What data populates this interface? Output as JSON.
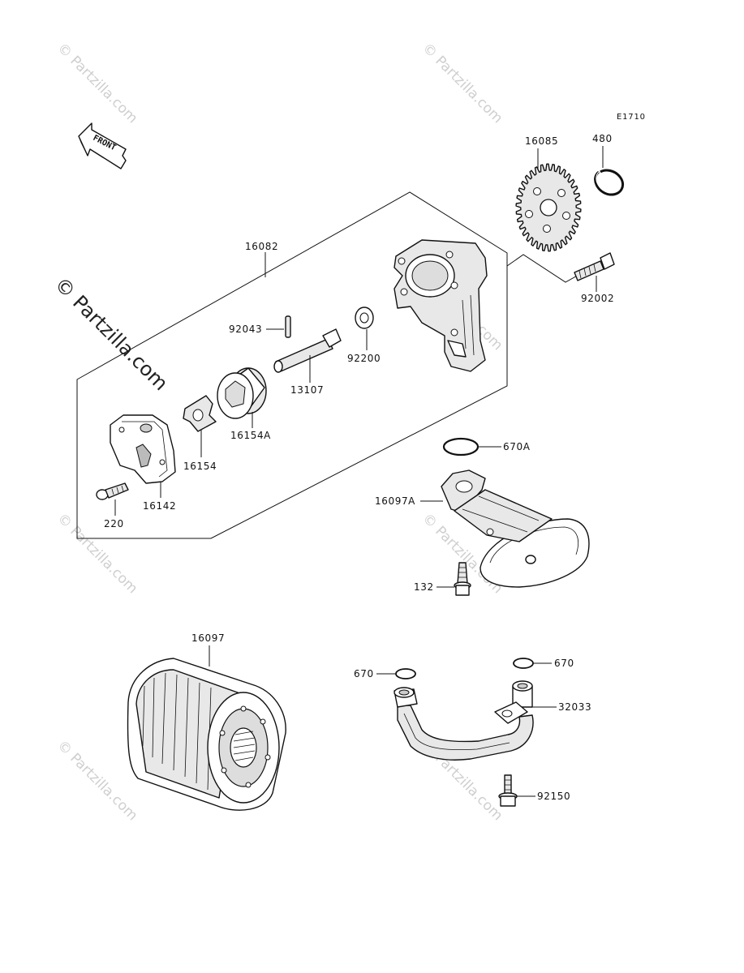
{
  "diagram_code": "E1710",
  "front_label": "FRONT",
  "side_watermark": "© Partzilla.com",
  "watermark": "© Partzilla.com",
  "parts": [
    {
      "number": "16085",
      "name": "oil-pump-gear"
    },
    {
      "number": "480",
      "name": "circlip"
    },
    {
      "number": "16082",
      "name": "oil-pump-assembly"
    },
    {
      "number": "92002",
      "name": "bolt"
    },
    {
      "number": "92043",
      "name": "pin"
    },
    {
      "number": "92200",
      "name": "washer"
    },
    {
      "number": "13107",
      "name": "pump-shaft"
    },
    {
      "number": "16154A",
      "name": "outer-rotor"
    },
    {
      "number": "16154",
      "name": "inner-rotor"
    },
    {
      "number": "16142",
      "name": "pump-cover"
    },
    {
      "number": "220",
      "name": "screw"
    },
    {
      "number": "670A",
      "name": "o-ring"
    },
    {
      "number": "16097A",
      "name": "oil-strainer"
    },
    {
      "number": "132",
      "name": "flanged-bolt"
    },
    {
      "number": "16097",
      "name": "oil-filter"
    },
    {
      "number": "670",
      "name": "o-ring-left"
    },
    {
      "number": "670",
      "name": "o-ring-right"
    },
    {
      "number": "32033",
      "name": "oil-pipe"
    },
    {
      "number": "92150",
      "name": "pipe-bolt"
    }
  ]
}
